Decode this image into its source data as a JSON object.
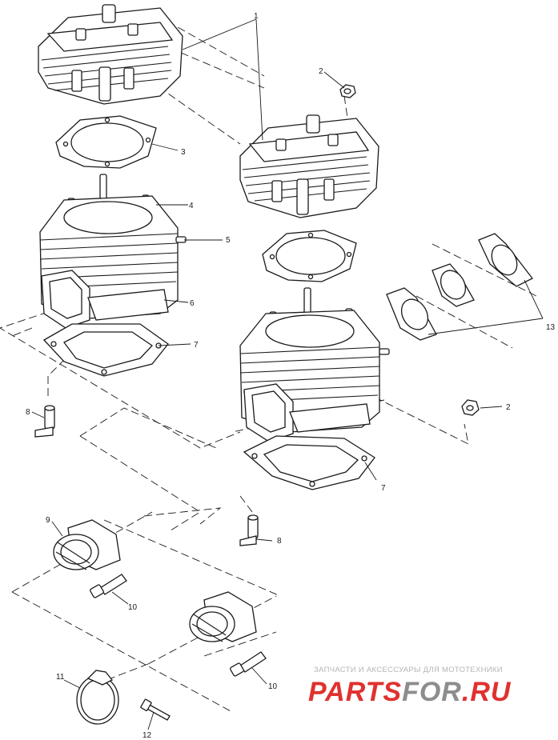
{
  "callouts": {
    "c1": "1",
    "c2a": "2",
    "c2b": "2",
    "c3": "3",
    "c4": "4",
    "c5": "5",
    "c6": "6",
    "c7a": "7",
    "c7b": "7",
    "c8a": "8",
    "c8b": "8",
    "c9": "9",
    "c10a": "10",
    "c10b": "10",
    "c11": "11",
    "c12": "12",
    "c13": "13"
  },
  "watermark": {
    "caption": "ЗАПЧАСТИ И АКСЕССУАРЫ ДЛЯ МОТОТЕХНИКИ",
    "brand_red_1": "PARTS",
    "brand_grey": "FOR",
    "brand_red_2": ".RU",
    "colors": {
      "red": "#e0312f",
      "grey": "#8d8d8d",
      "caption": "#b5b5b5"
    }
  }
}
